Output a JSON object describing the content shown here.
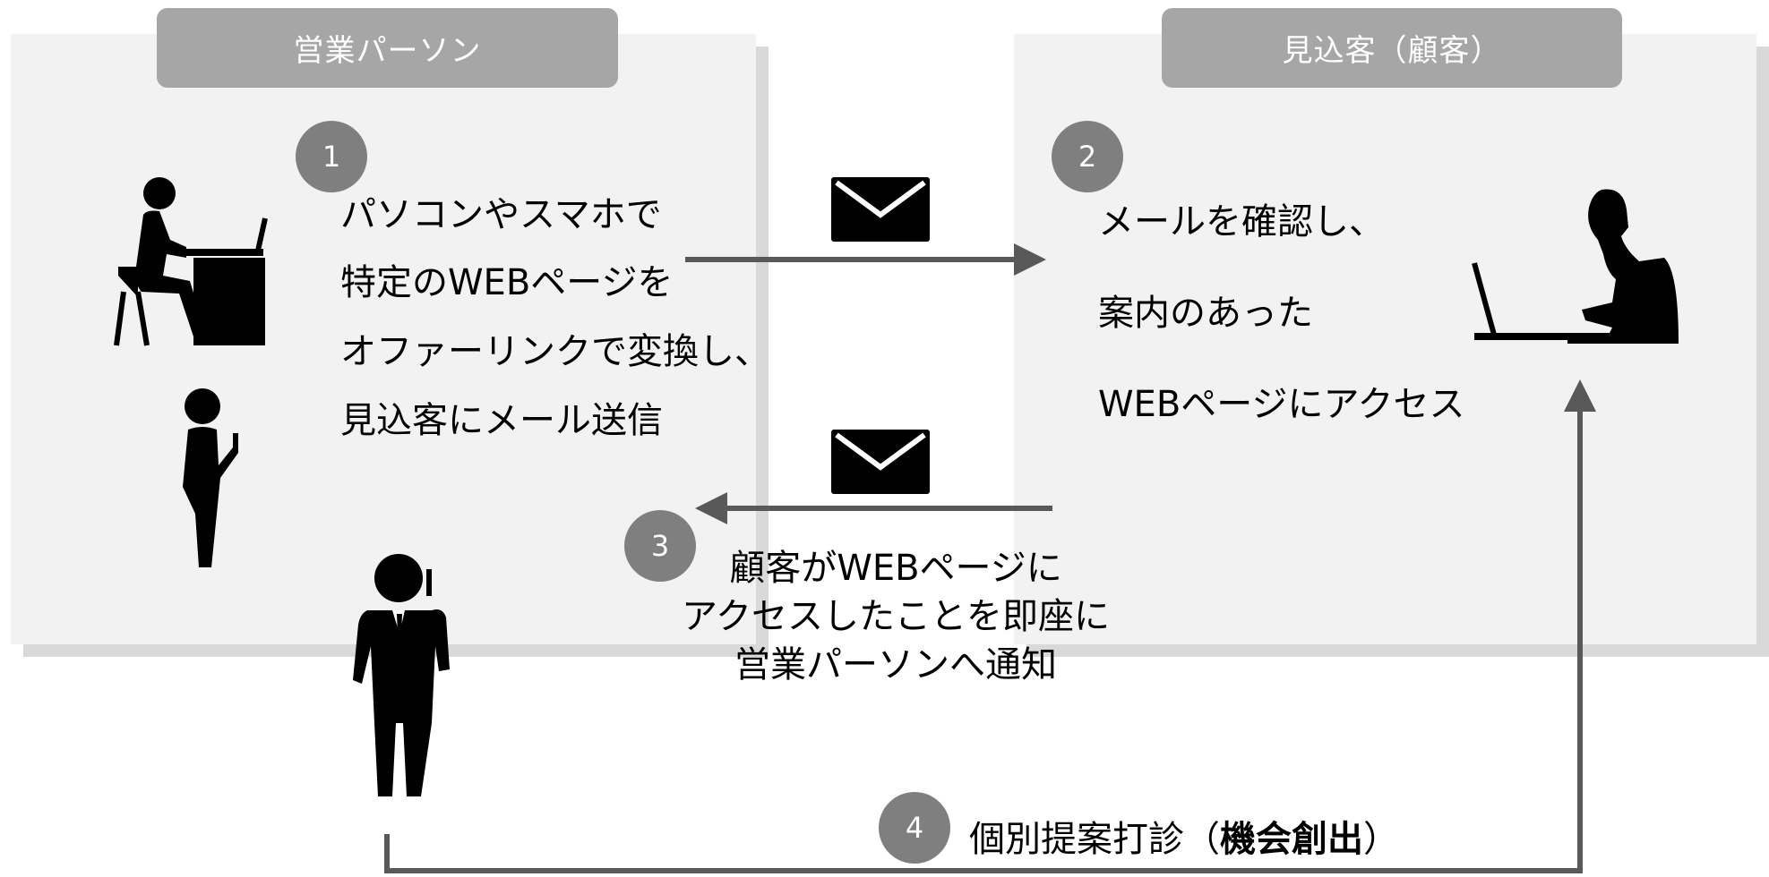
{
  "header_sales": "営業パーソン",
  "header_customer": "見込客（顧客）",
  "steps": [
    {
      "num": "1",
      "lines": [
        "パソコンやスマホで",
        "特定のWEBページを",
        "オファーリンクで変換し、",
        "見込客にメール送信"
      ]
    },
    {
      "num": "2",
      "lines": [
        "メールを確認し、",
        "案内のあった",
        "WEBページにアクセス"
      ]
    },
    {
      "num": "3",
      "lines": [
        "顧客がWEBページに",
        "アクセスしたことを即座に",
        "営業パーソンへ通知"
      ]
    },
    {
      "num": "4",
      "text_plain": "個別提案打診（",
      "text_bold": "機会創出",
      "text_end": "）"
    }
  ],
  "colors": {
    "panel": "#f2f2f2",
    "shadow": "#d9d9d9",
    "header": "#a6a6a6",
    "badge": "#7f7f7f",
    "arrow": "#595959"
  }
}
